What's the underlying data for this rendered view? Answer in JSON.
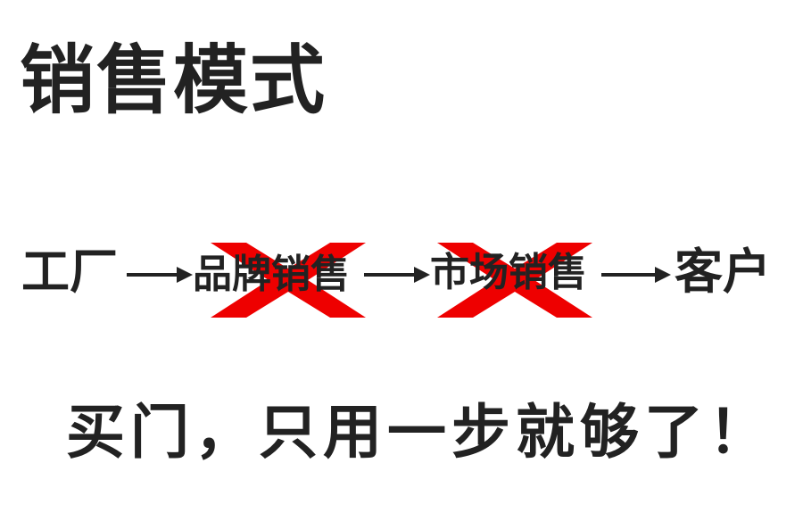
{
  "title": "销售模式",
  "flow": {
    "factory": "工厂",
    "brand_sales": "品牌销售",
    "market_sales": "市场销售",
    "customer": "客户",
    "cross_color": "#ee0000"
  },
  "tagline": "买门，只用一步就够了！"
}
